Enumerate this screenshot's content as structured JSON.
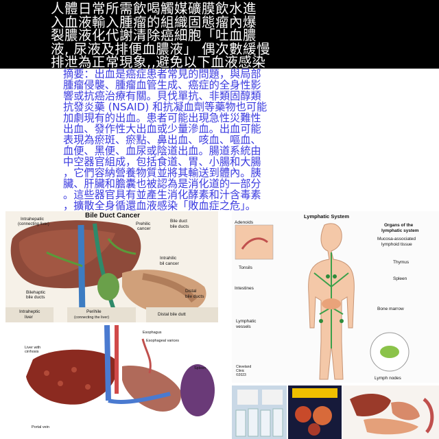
{
  "header": {
    "lines": [
      "人體日常所需飲喝觸媒礦膜飲水進",
      "入血液輸入腫瘤的組織固態瘤內爆",
      "裂膿液化代謝清除癌細胞「吐血膿",
      "液, 尿液及排便血膿液」 偶次數緩慢",
      "排泄為正常現象,,避免以下血液感染"
    ]
  },
  "abstract": {
    "lines": [
      "摘要：出血是癌症患者常見的問題，與局部",
      "腫瘤侵襲、腫瘤血管生成、癌症的全身性影",
      "響或抗癌治療有關。貝伐單抗、非類固醇類",
      "抗發炎藥 (NSAID) 和抗凝血劑等藥物也可能",
      "加劇現有的出血。患者可能出現急性災難性",
      "出血、發作性大出血或少量滲血。出血可能",
      "表現為瘀斑、瘀點、鼻出血、咳血、嘔血、",
      "血便、黑便、血尿或陰道出血。腸道系統由",
      "中空器官組成，包括食道、胃、小腸和大腸",
      "，它們容納營養物質並將其輸送到體內。胰",
      "臟、肝臟和膽囊也被認為是消化道的一部分",
      "。這些器官具有並產生消化酵素和汁含毒素",
      "，擴散全身循還血液感染「敗血症之危」。"
    ]
  },
  "bile_duct_figure": {
    "title": "Bile Duct Cancer",
    "labels": {
      "intrahepatic": "Intrahepatic",
      "connecting": "(connecting liver)",
      "prehilic": "Prehilic",
      "cancer": "cancer",
      "bile_duct_ducts_1": "Bile duct",
      "bile_duct_ducts_2": "bile ducts",
      "intrahilic": "Intrahilic",
      "bil_cancer": "bil cancer",
      "bilehaptic": "Bilehaptic",
      "bile_ducts": "bile ducts",
      "distal": "Distal",
      "distal_bile_ducts": "bile ducts",
      "intraheptic": "Intraheptic",
      "liver": "liver",
      "perihile": "Perihile",
      "connecting_liver": "(connecting the liver)",
      "distal_bile_dutt": "Distal bile dutt"
    }
  },
  "lymphatic_figure": {
    "title": "Lymphatic System",
    "labels": {
      "adenoids": "Adenoids",
      "organs_1": "Organs of the",
      "organs_2": "lymphatic system",
      "malt_1": "Mucosa-associated",
      "malt_2": "lymphoid tissue",
      "tonsils": "Tonsils",
      "thymus": "Thymus",
      "spleen": "Spleen",
      "intestines": "Intestines",
      "bone_marrow": "Bone marrow",
      "lymphatic": "Lymphatic",
      "vessels": "vessels",
      "lymph_nodes": "Lymph nodes",
      "cleveland_1": "Cleveland",
      "cleveland_2": "Clinic",
      "year": "©2023"
    }
  },
  "liver_figure": {
    "labels": {
      "esophagus": "Esophagus",
      "varices": "Esophageal varices",
      "liver_1": "Liver with",
      "liver_2": "cirrhosis",
      "spleen": "Spleen",
      "portal_vein": "Portal vein"
    }
  },
  "colors": {
    "header_bg": "#000000",
    "header_text": "#ffffff",
    "abstract_text": "#3a3ae0"
  }
}
